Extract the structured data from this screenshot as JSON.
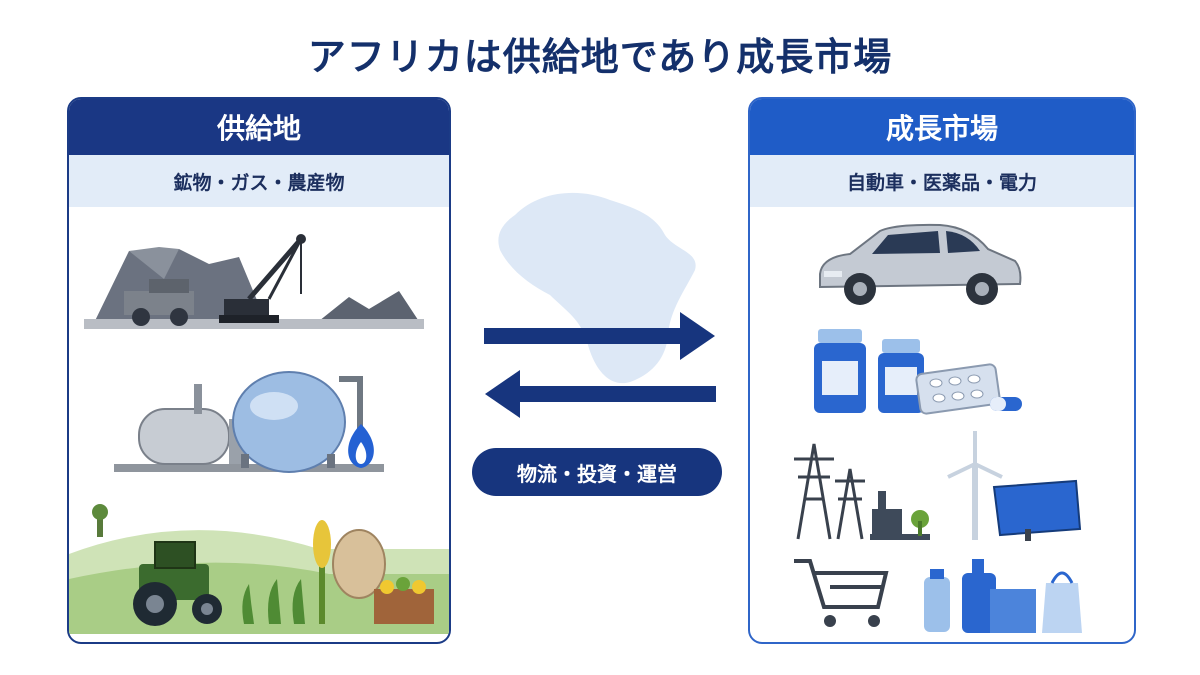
{
  "title": "アフリカは供給地であり成長市場",
  "supply": {
    "heading": "供給地",
    "subheading": "鉱物・ガス・農産物",
    "icons": [
      "mining-icon",
      "gas-tank-icon",
      "agriculture-icon"
    ]
  },
  "market": {
    "heading": "成長市場",
    "subheading": "自動車・医薬品・電力",
    "icons": [
      "car-icon",
      "medicine-icon",
      "power-grid-icon",
      "consumer-goods-icon"
    ]
  },
  "center": {
    "label": "物流・投資・運営",
    "icons": [
      "africa-map-icon",
      "arrow-right-icon",
      "arrow-left-icon"
    ]
  },
  "colors": {
    "navy": "#1a3784",
    "blue": "#1f5cc7",
    "light": "#e2ecf8"
  }
}
